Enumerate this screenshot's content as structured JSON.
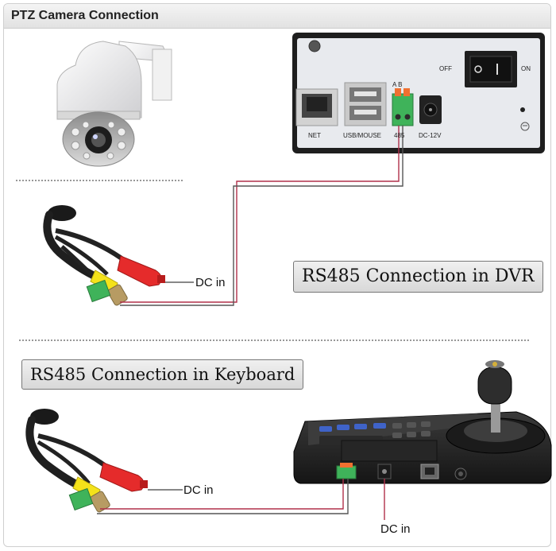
{
  "header": {
    "title": "PTZ Camera Connection"
  },
  "dvr": {
    "label_off": "OFF",
    "label_on": "ON",
    "port_net": "NET",
    "port_usb": "USB/MOUSE",
    "port_485": "485",
    "port_ab": "A B",
    "port_dc": "DC-12V"
  },
  "sections": {
    "dvr_title": "RS485 Connection in DVR",
    "keyboard_title": "RS485 Connection in Keyboard"
  },
  "labels": {
    "dc_in_top": "DC in",
    "dc_in_mid": "DC in",
    "dc_in_bottom": "DC in"
  },
  "colors": {
    "wire": "#b0304a",
    "dvr_panel": "#e8eaee",
    "keyboard_body": "#2b2b2b",
    "label_box": "#e0e0e0"
  }
}
